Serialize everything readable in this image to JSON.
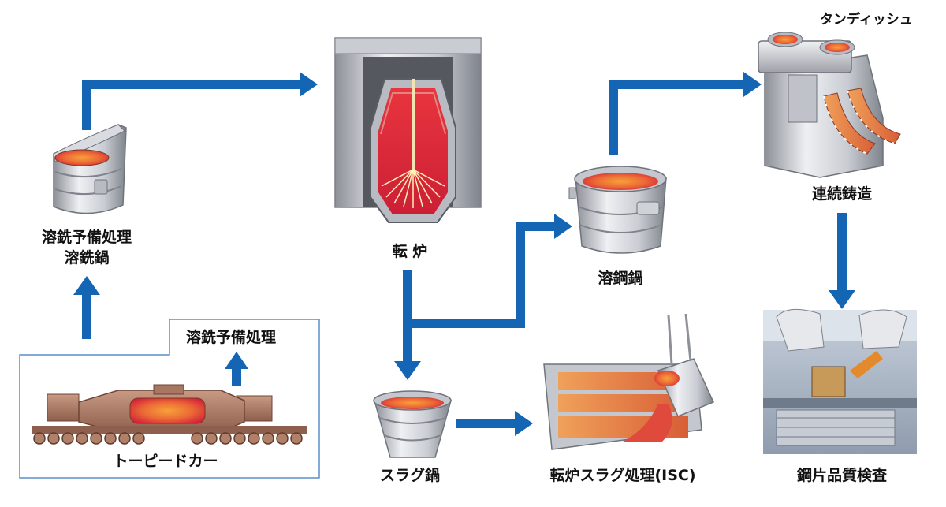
{
  "labels": {
    "pretreat_ladle_line1": "溶銑予備処理",
    "pretreat_ladle_line2": "溶銑鍋",
    "torpedo_pretreat": "溶銑予備処理",
    "torpedo_car": "トーピードカー",
    "converter": "転 炉",
    "slag_pot": "スラグ鍋",
    "isc": "転炉スラグ処理(ISC)",
    "steel_ladle": "溶鋼鍋",
    "tundish": "タンディッシュ",
    "continuous_casting": "連続鋳造",
    "inspection": "鋼片品質検査"
  },
  "colors": {
    "arrow": "#1565b5",
    "frame": "#5b8fc7",
    "metal_light": "#dfe1e6",
    "metal_dark": "#8d9098",
    "molten_center": "#f2902c",
    "molten_edge": "#d4243a",
    "torpedo_body": "#b2826c"
  }
}
